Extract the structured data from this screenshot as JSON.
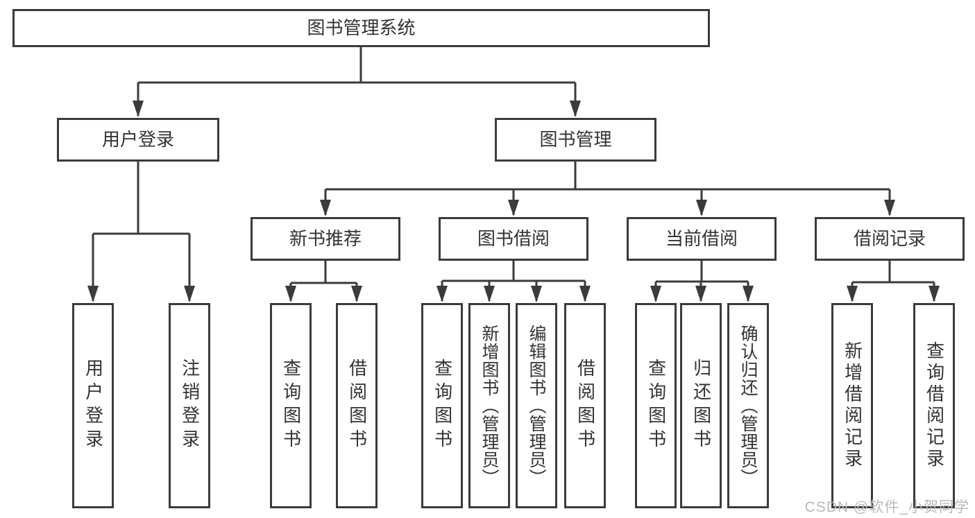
{
  "colors": {
    "line": "#3b3b3b",
    "text": "#333333",
    "watermark": "#b9b9b9",
    "background": "#ffffff"
  },
  "tree": {
    "root": "图书管理系统",
    "children": [
      {
        "label": "用户登录",
        "children": [
          "用户登录",
          "注销登录"
        ]
      },
      {
        "label": "图书管理",
        "children": [
          {
            "label": "新书推荐",
            "children": [
              "查询图书",
              "借阅图书"
            ]
          },
          {
            "label": "图书借阅",
            "children": [
              "查询图书",
              "新增图书（管理员）",
              "编辑图书（管理员）",
              "借阅图书"
            ]
          },
          {
            "label": "当前借阅",
            "children": [
              "查询图书",
              "归还图书",
              "确认归还（管理员）"
            ]
          },
          {
            "label": "借阅记录",
            "children": [
              "新增借阅记录",
              "查询借阅记录"
            ]
          }
        ]
      }
    ]
  },
  "watermark": "CSDN @软件_小贺同学"
}
